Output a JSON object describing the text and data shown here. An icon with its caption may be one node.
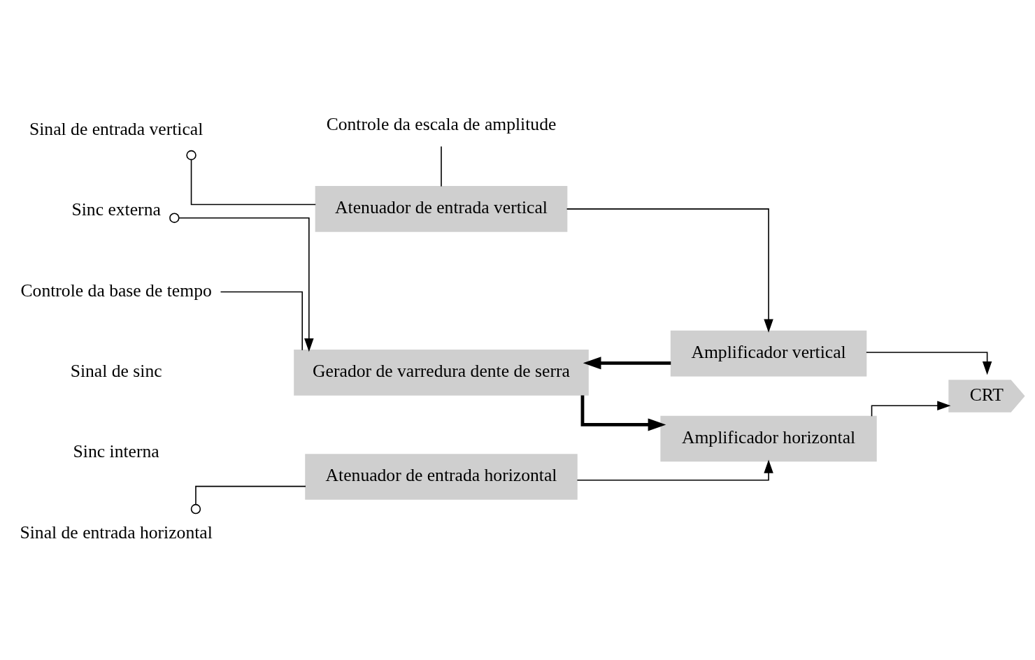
{
  "diagram": {
    "nodes": [
      {
        "text": [
          "Sinal de entrada vertical"
        ]
      },
      {
        "text": [
          "Atenuador de entrada vertical"
        ]
      },
      {
        "text": [
          "Amplificador vertical"
        ]
      },
      {
        "text": [
          "CRT"
        ]
      },
      {
        "text": [
          "Sinal de entrada horizontal"
        ]
      },
      {
        "text": [
          "Atenuador de entrada horizontal"
        ]
      },
      {
        "text": [
          "Amplificador horizontal"
        ]
      },
      {
        "text": [
          "Gerador de varredura dente de serra"
        ]
      },
      {
        "text": [
          "Controle da escala de amplitude"
        ]
      },
      {
        "text": [
          "Controle da base de tempo"
        ]
      },
      {
        "text": [
          "Sinc externa"
        ]
      }
    ],
    "edges": [
      {
        "from": 0,
        "to": 1,
        "arrow": "other"
      },
      {
        "from": 1,
        "to": 2,
        "arrow": "to"
      },
      {
        "from": 2,
        "to": 3,
        "arrow": "to"
      },
      {
        "from": 4,
        "to": 5,
        "arrow": "other"
      },
      {
        "from": 5,
        "to": 6,
        "arrow": "to"
      },
      {
        "from": 7,
        "to": 6,
        "arrow": "to",
        "style": "thick"
      },
      {
        "from": 6,
        "to": 3,
        "arrow": "to"
      },
      {
        "from": 2,
        "to": 7,
        "arrow": "to",
        "style": "thick"
      },
      {
        "from": 10,
        "to": 7,
        "arrow": "to"
      },
      {
        "from": 8,
        "to": 1,
        "arrow": "none"
      },
      {
        "from": 9,
        "to": 7,
        "arrow": "none"
      }
    ],
    "labels": [
      "Sinal de sinc",
      "Sinc interna"
    ]
  }
}
